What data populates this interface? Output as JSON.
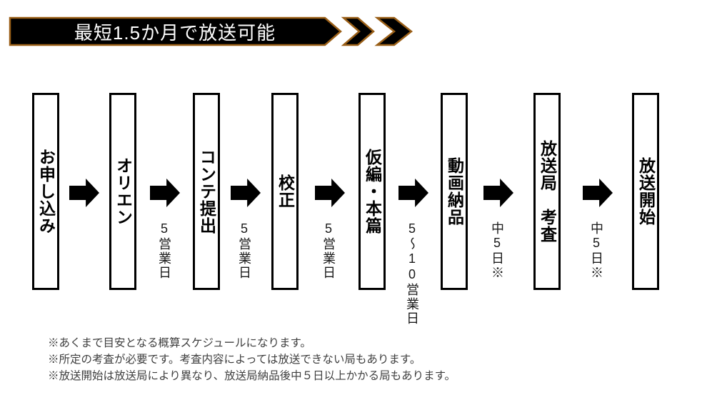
{
  "banner": {
    "title": "最短1.5か月で放送可能",
    "fill_color": "#000000",
    "border_color": "#9a5f17",
    "text_color": "#ffffff"
  },
  "flow": {
    "steps": [
      {
        "label": "お申し込み"
      },
      {
        "label": "オリエン"
      },
      {
        "label": "コンテ提出"
      },
      {
        "label": "校正"
      },
      {
        "label": "仮編・本篇"
      },
      {
        "label": "動画納品"
      },
      {
        "label": "放送局　考査"
      },
      {
        "label": "放送開始"
      }
    ],
    "arrows": [
      {
        "label": ""
      },
      {
        "label": "5営業日"
      },
      {
        "label": "5営業日"
      },
      {
        "label": "5営業日"
      },
      {
        "label": "5〜10営業日"
      },
      {
        "label": "中5日※"
      },
      {
        "label": "中5日※"
      }
    ]
  },
  "footnotes": {
    "lines": [
      "※あくまで目安となる概算スケジュールになります。",
      "※所定の考査が必要です。考査内容によっては放送できない局もあります。",
      "※放送開始は放送局により異なり、放送局納品後中５日以上かかる局もあります。"
    ]
  }
}
